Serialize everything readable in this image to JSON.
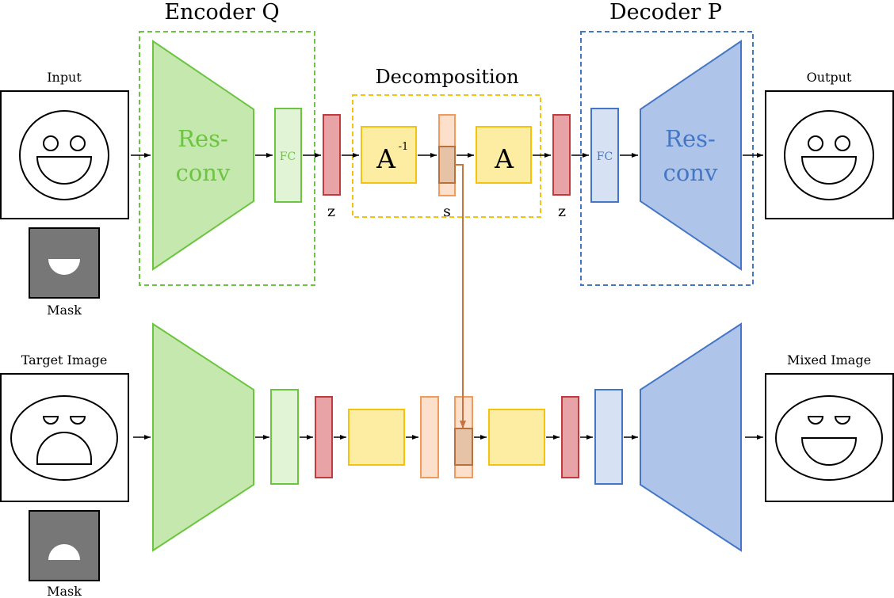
{
  "encoder": {
    "title": "Encoder Q",
    "block_label_line1": "Res-",
    "block_label_line2": "conv",
    "fc_label": "FC"
  },
  "decoder": {
    "title": "Decoder P",
    "block_label_line1": "Res-",
    "block_label_line2": "conv",
    "fc_label": "FC"
  },
  "decomposition": {
    "title": "Decomposition",
    "inverse_label": "A",
    "inverse_sup": "-1",
    "forward_label": "A"
  },
  "variables": {
    "z_left": "z",
    "s": "s",
    "z_right": "z"
  },
  "images": {
    "input": "Input",
    "mask_top": "Mask",
    "output": "Output",
    "target": "Target Image",
    "mask_bottom": "Mask",
    "mixed": "Mixed Image"
  },
  "colors": {
    "green_fill": "#c5e8ae",
    "green_stroke": "#6cc541",
    "blue_fill": "#aec4e8",
    "blue_stroke": "#4476c6",
    "red_fill": "#e8a3a6",
    "red_stroke": "#c33a3e",
    "yellow_fill": "#fdeda2",
    "yellow_stroke": "#f3c30e",
    "orange_fill": "#fde0cb",
    "orange_stroke": "#f09a5c",
    "brown_fill": "#e6c3a7",
    "brown_stroke": "#b9703b",
    "link_line": "#c9733d",
    "mask_bg": "#777777"
  }
}
